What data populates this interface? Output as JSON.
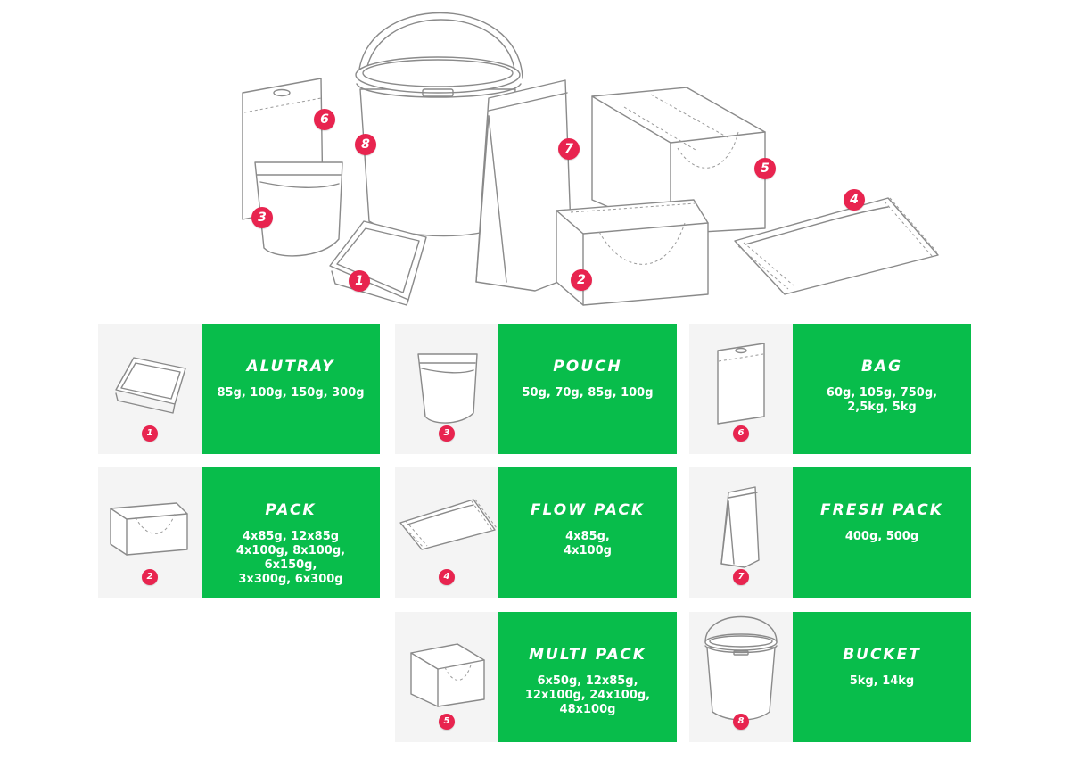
{
  "hero_badges": [
    "1",
    "2",
    "3",
    "4",
    "5",
    "6",
    "7",
    "8"
  ],
  "cards": [
    {
      "id": "alutray",
      "number": "1",
      "title": "ALUTRAY",
      "sizes": [
        "85g, 100g, 150g, 300g"
      ],
      "icon": "alutray-icon"
    },
    {
      "id": "pouch",
      "number": "3",
      "title": "POUCH",
      "sizes": [
        "50g, 70g, 85g, 100g"
      ],
      "icon": "pouch-icon"
    },
    {
      "id": "bag",
      "number": "6",
      "title": "BAG",
      "sizes": [
        "60g, 105g, 750g,",
        "2,5kg, 5kg"
      ],
      "icon": "bag-icon"
    },
    {
      "id": "pack",
      "number": "2",
      "title": "PACK",
      "sizes": [
        "4x85g, 12x85g",
        "4x100g, 8x100g,",
        "6x150g,",
        "3x300g, 6x300g"
      ],
      "icon": "pack-box-icon"
    },
    {
      "id": "flow-pack",
      "number": "4",
      "title": "FLOW PACK",
      "sizes": [
        "4x85g,",
        "4x100g"
      ],
      "icon": "flow-pack-icon"
    },
    {
      "id": "fresh-pack",
      "number": "7",
      "title": "FRESH PACK",
      "sizes": [
        "400g, 500g"
      ],
      "icon": "fresh-pack-icon"
    },
    {
      "id": "multi-pack",
      "number": "5",
      "title": "MULTI PACK",
      "sizes": [
        "6x50g, 12x85g,",
        "12x100g, 24x100g,",
        "48x100g"
      ],
      "icon": "multi-pack-icon"
    },
    {
      "id": "bucket",
      "number": "8",
      "title": "BUCKET",
      "sizes": [
        "5kg, 14kg"
      ],
      "icon": "bucket-icon"
    }
  ],
  "colors": {
    "card_green": "#08bd4b",
    "thumb_bg": "#f4f4f4",
    "badge_red": "#e8244f",
    "line_gray": "#8a8a8a"
  }
}
